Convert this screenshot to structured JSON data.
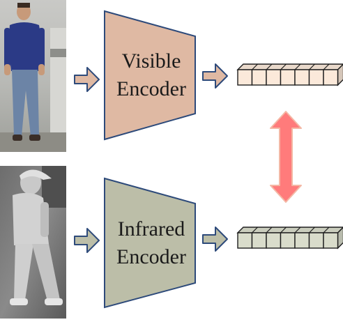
{
  "diagram": {
    "visible_encoder": {
      "line1": "Visible",
      "line2": "Encoder",
      "fill_color": "#dfb9a3",
      "stroke_color": "#2d4a7a"
    },
    "infrared_encoder": {
      "line1": "Infrared",
      "line2": "Encoder",
      "fill_color": "#bcbea8",
      "stroke_color": "#2d4a7a"
    },
    "visible_feature_color": "#fbe9da",
    "infrared_feature_color": "#d9dccb",
    "feature_cells": 7,
    "arrow_fill_visible": "#dfb9a3",
    "arrow_fill_infrared": "#bcbea8",
    "double_arrow_color": "#ff7b7b",
    "images": {
      "visible_photo": "visible-person-photo",
      "infrared_photo": "infrared-person-photo"
    }
  }
}
